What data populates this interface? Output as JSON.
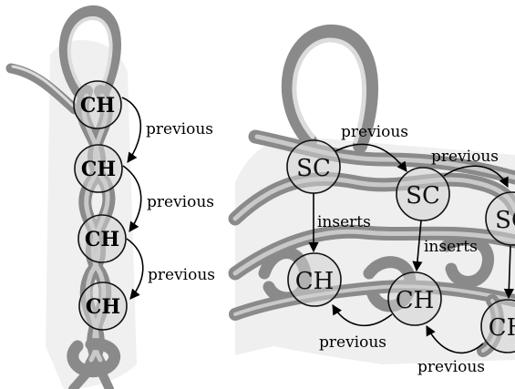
{
  "left_panel": {
    "nodes": [
      {
        "id": "ch1",
        "label": "CH"
      },
      {
        "id": "ch2",
        "label": "CH"
      },
      {
        "id": "ch3",
        "label": "CH"
      },
      {
        "id": "ch4",
        "label": "CH"
      }
    ],
    "edge_labels": [
      "previous",
      "previous",
      "previous"
    ]
  },
  "right_panel": {
    "nodes": [
      {
        "id": "sc1",
        "label": "SC"
      },
      {
        "id": "sc2",
        "label": "SC"
      },
      {
        "id": "sc3",
        "label": "SC"
      },
      {
        "id": "ch5",
        "label": "CH"
      },
      {
        "id": "ch6",
        "label": "CH"
      },
      {
        "id": "ch7",
        "label": "CH"
      }
    ],
    "edge_labels": {
      "sc1_to_sc2": "previous",
      "sc2_to_sc3": "previous",
      "sc1_to_ch5": "inserts",
      "sc2_to_ch6": "inserts",
      "ch6_to_ch5": "previous",
      "ch7_to_ch6": "previous"
    }
  },
  "colors": {
    "yarn": "#8a8a8a",
    "node_fill": "#d2d2d2",
    "stroke": "#111111"
  }
}
